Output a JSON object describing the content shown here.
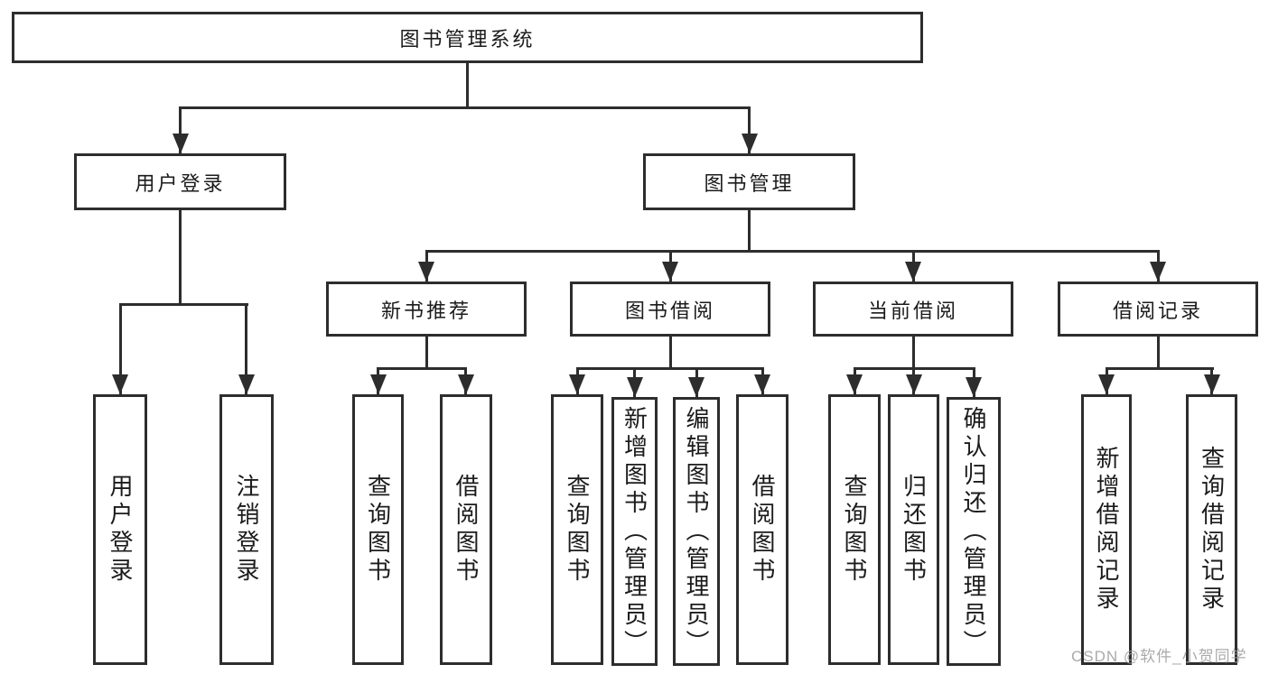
{
  "diagram_title": "图书管理系统",
  "nodes": {
    "root": "图书管理系统",
    "user_login": "用户登录",
    "book_mgmt": "图书管理",
    "user_login_leaf": "用户登录",
    "logout_leaf": "注销登录",
    "new_book_rec": "新书推荐",
    "book_borrow": "图书借阅",
    "current_borrow": "当前借阅",
    "borrow_records": "借阅记录",
    "nbr_query_books": "查询图书",
    "nbr_borrow_books": "借阅图书",
    "bb_query_books": "查询图书",
    "bb_add_books_admin": "新增图书（管理员）",
    "bb_edit_books_admin": "编辑图书（管理员）",
    "bb_borrow_books": "借阅图书",
    "cb_query_books": "查询图书",
    "cb_return_books": "归还图书",
    "cb_confirm_return_admin": "确认归还（管理员）",
    "br_add_record": "新增借阅记录",
    "br_query_record": "查询借阅记录"
  },
  "edges": [
    [
      "root",
      "user_login"
    ],
    [
      "root",
      "book_mgmt"
    ],
    [
      "user_login",
      "user_login_leaf"
    ],
    [
      "user_login",
      "logout_leaf"
    ],
    [
      "book_mgmt",
      "new_book_rec"
    ],
    [
      "book_mgmt",
      "book_borrow"
    ],
    [
      "book_mgmt",
      "current_borrow"
    ],
    [
      "book_mgmt",
      "borrow_records"
    ],
    [
      "new_book_rec",
      "nbr_query_books"
    ],
    [
      "new_book_rec",
      "nbr_borrow_books"
    ],
    [
      "book_borrow",
      "bb_query_books"
    ],
    [
      "book_borrow",
      "bb_add_books_admin"
    ],
    [
      "book_borrow",
      "bb_edit_books_admin"
    ],
    [
      "book_borrow",
      "bb_borrow_books"
    ],
    [
      "current_borrow",
      "cb_query_books"
    ],
    [
      "current_borrow",
      "cb_return_books"
    ],
    [
      "current_borrow",
      "cb_confirm_return_admin"
    ],
    [
      "borrow_records",
      "br_add_record"
    ],
    [
      "borrow_records",
      "br_query_record"
    ]
  ],
  "watermark": "CSDN @软件_小贺同学",
  "colors": {
    "line": "#2d2d2d",
    "text": "#1b1b1b",
    "background": "#ffffff",
    "watermark": "#9e9e9e"
  }
}
